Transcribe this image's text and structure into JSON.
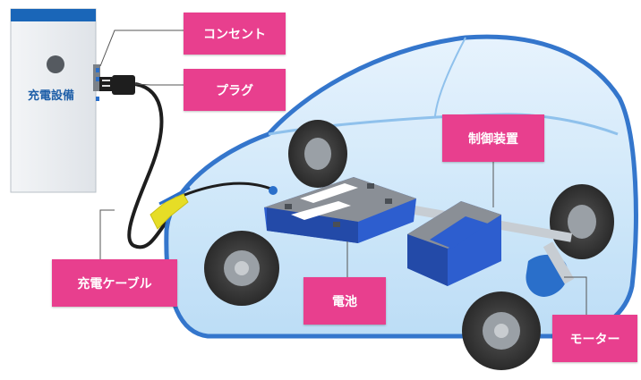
{
  "station": {
    "label": "充電設備"
  },
  "labels": {
    "outlet": "コンセント",
    "plug": "プラグ",
    "control_unit": "制御装置",
    "charging_cable": "充電ケーブル",
    "battery": "電池",
    "motor": "モーター"
  },
  "colors": {
    "callout": "#e83f8e",
    "station_top": "#1a66b8",
    "car_outline": "#2a6fca",
    "car_glass": "#cfe6fb",
    "battery_blue": "#2d5ecf",
    "battery_top": "#8a8f96",
    "connector": "#e6dd26"
  }
}
